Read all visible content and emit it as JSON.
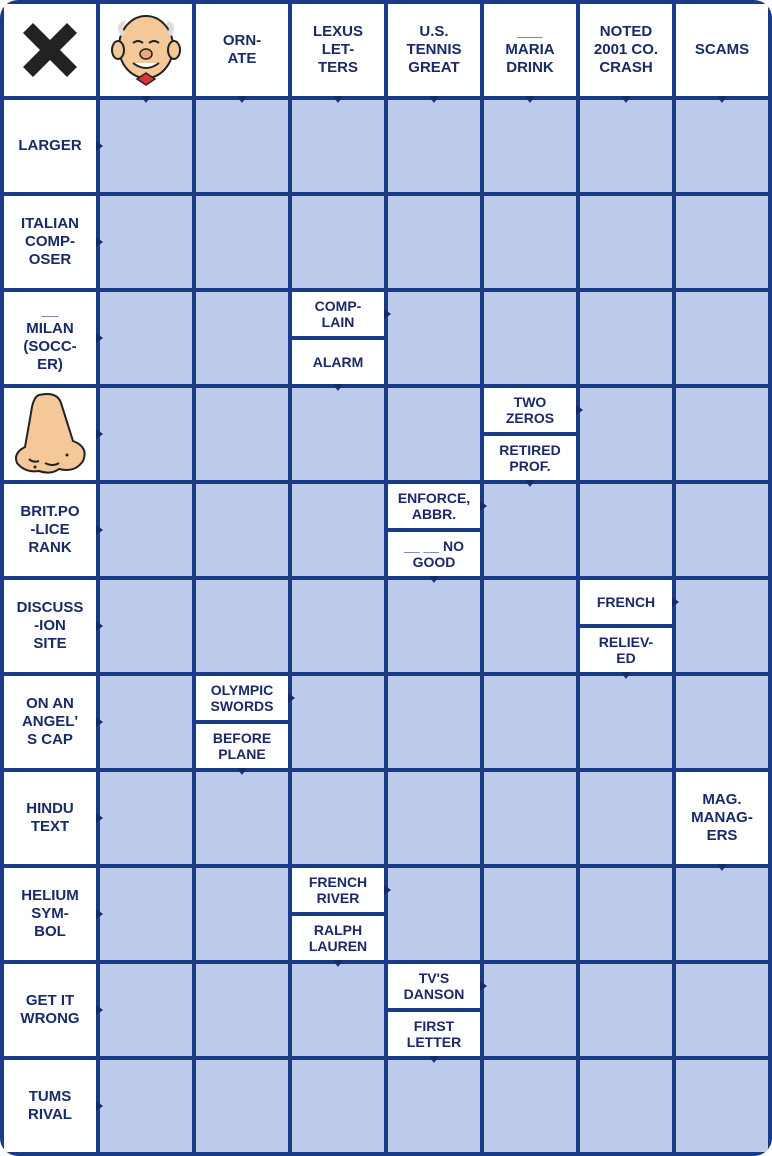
{
  "top_clues": [
    {
      "col": 2,
      "text": "ORN-\nATE"
    },
    {
      "col": 3,
      "text": "LEXUS\nLET-\nTERS"
    },
    {
      "col": 4,
      "text": "U.S.\nTENNIS\nGREAT"
    },
    {
      "col": 5,
      "text": "___\nMARIA\nDRINK"
    },
    {
      "col": 6,
      "text": "NOTED\n2001 CO.\nCRASH"
    },
    {
      "col": 7,
      "text": "SCAMS"
    }
  ],
  "left_clues": [
    {
      "row": 1,
      "text": "LARGER"
    },
    {
      "row": 2,
      "text": "ITALIAN\nCOMP-\nOSER"
    },
    {
      "row": 3,
      "text": "__\nMILAN\n(SOCC-\nER)"
    },
    {
      "row": 5,
      "text": "BRIT.PO\n-LICE\nRANK"
    },
    {
      "row": 6,
      "text": "DISCUSS\n-ION\nSITE"
    },
    {
      "row": 7,
      "text": "ON AN\nANGEL'\nS CAP"
    },
    {
      "row": 8,
      "text": "HINDU\nTEXT"
    },
    {
      "row": 9,
      "text": "HELIUM\nSYM-\nBOL"
    },
    {
      "row": 10,
      "text": "GET IT\nWRONG"
    },
    {
      "row": 11,
      "text": "TUMS\nRIVAL"
    }
  ],
  "split_clues": [
    {
      "row": 3,
      "col": 3,
      "top": "COMP-\nLAIN",
      "bottom": "ALARM"
    },
    {
      "row": 4,
      "col": 5,
      "top": "TWO\nZEROS",
      "bottom": "RETIRED\nPROF."
    },
    {
      "row": 5,
      "col": 4,
      "top": "ENFORCE,\nABBR.",
      "bottom": "__ __ NO\nGOOD"
    },
    {
      "row": 6,
      "col": 6,
      "top": "FRENCH",
      "bottom": "RELIEV-\nED"
    },
    {
      "row": 7,
      "col": 2,
      "top": "OLYMPIC\nSWORDS",
      "bottom": "BEFORE\nPLANE"
    },
    {
      "row": 9,
      "col": 3,
      "top": "FRENCH\nRIVER",
      "bottom": "RALPH\nLAUREN"
    },
    {
      "row": 10,
      "col": 4,
      "top": "TV'S\nDANSON",
      "bottom": "FIRST\nLETTER"
    }
  ],
  "single_clues": [
    {
      "row": 8,
      "col": 7,
      "text": "MAG.\nMANAG-\nERS"
    }
  ],
  "pictures": [
    {
      "row": 0,
      "col": 0,
      "icon": "x-mark-icon"
    },
    {
      "row": 0,
      "col": 1,
      "icon": "old-man-face-icon"
    },
    {
      "row": 4,
      "col": 0,
      "icon": "nose-icon"
    }
  ],
  "colors": {
    "grid": "#1b3b86",
    "blank": "#bccbec",
    "clue_text": "#1a2a66",
    "clue_bg": "#ffffff"
  }
}
